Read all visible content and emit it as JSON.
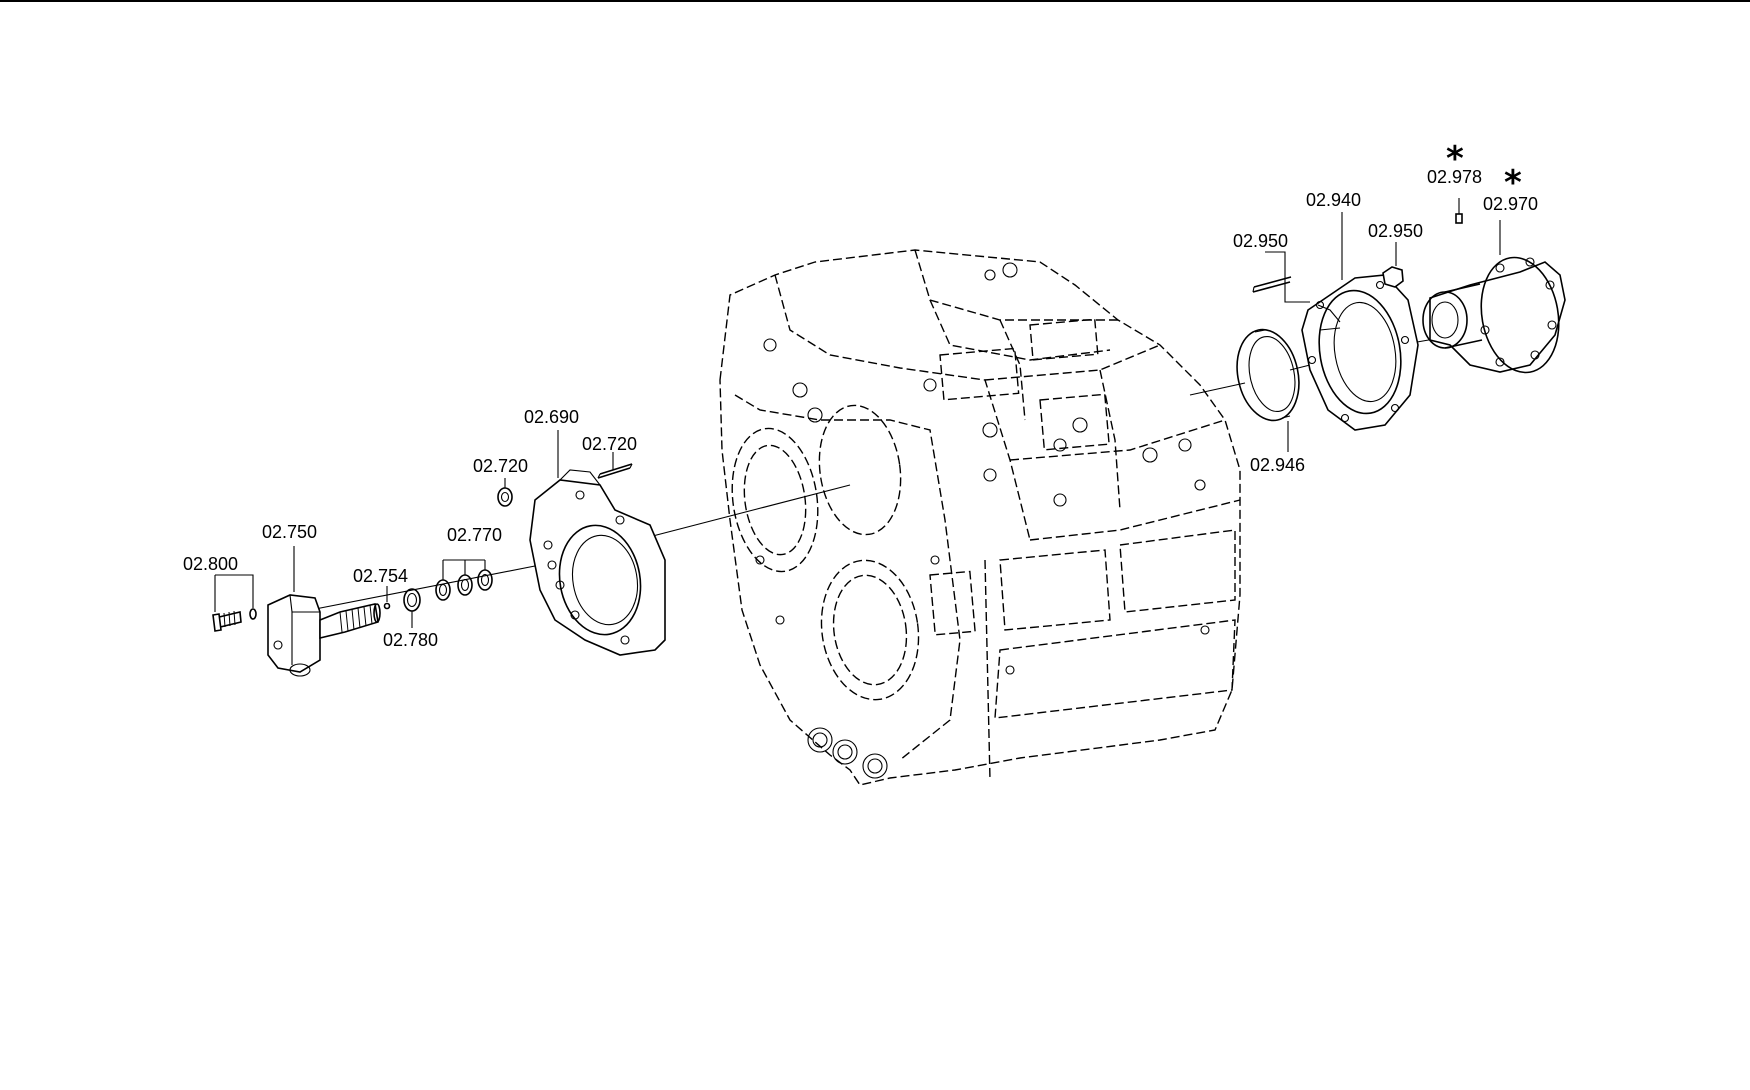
{
  "diagram": {
    "asterisk": "*",
    "labels": {
      "p02800": "02.800",
      "p02750": "02.750",
      "p02754": "02.754",
      "p02780": "02.780",
      "p02770": "02.770",
      "p02720a": "02.720",
      "p02720b": "02.720",
      "p02690": "02.690",
      "p02946": "02.946",
      "p02950a": "02.950",
      "p02950b": "02.950",
      "p02940": "02.940",
      "p02978": "02.978",
      "p02970": "02.970"
    }
  }
}
